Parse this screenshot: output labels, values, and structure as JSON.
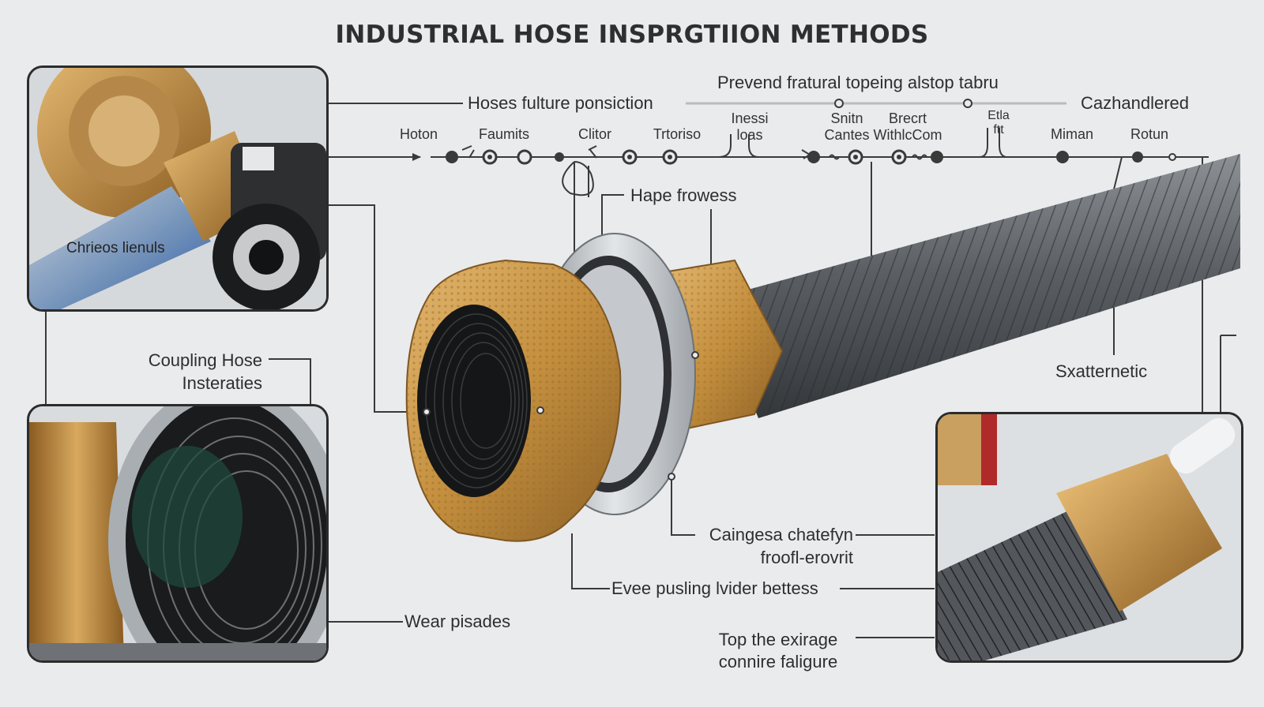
{
  "title": "INDUSTRIAL HOSE INSPRGTIION METHODS",
  "top_labels": {
    "upper": "Prevend fratural topeing alstop tabru",
    "left": "Hoses fulture ponsiction",
    "right": "Cazhandlered"
  },
  "stations": [
    {
      "text": "Hoton"
    },
    {
      "text": "Faumits"
    },
    {
      "text": "Clitor"
    },
    {
      "text": "Trtoriso"
    },
    {
      "text": "Inessi\nloas"
    },
    {
      "text": "Snitn\nCantes"
    },
    {
      "text": "Brecrt\nWithlcCom"
    },
    {
      "text": "Etla\nftt"
    },
    {
      "text": "Miman"
    },
    {
      "text": "Rotun"
    }
  ],
  "callouts": {
    "hope_frowess": "Hape frowess",
    "chrieos_lienuls": "Chrieos lienuls",
    "coupling_hose": "Coupling Hose\nInsteraties",
    "sxatternetic": "Sxatternetic",
    "cainges": "Caingesa chatefyn\nfroofl-erovrit",
    "evee": "Evee pusling lvider bettess",
    "wear": "Wear pisades",
    "top_the": "Top the exirage\nconnire faligure"
  },
  "colors": {
    "background": "#e9ebed",
    "brass": "#c9974a",
    "brass_dark": "#8a6126",
    "steel": "#b7bcc1",
    "braid": "#5d6166",
    "line": "#3a3a3a",
    "panel_border": "#2c2c2c"
  }
}
